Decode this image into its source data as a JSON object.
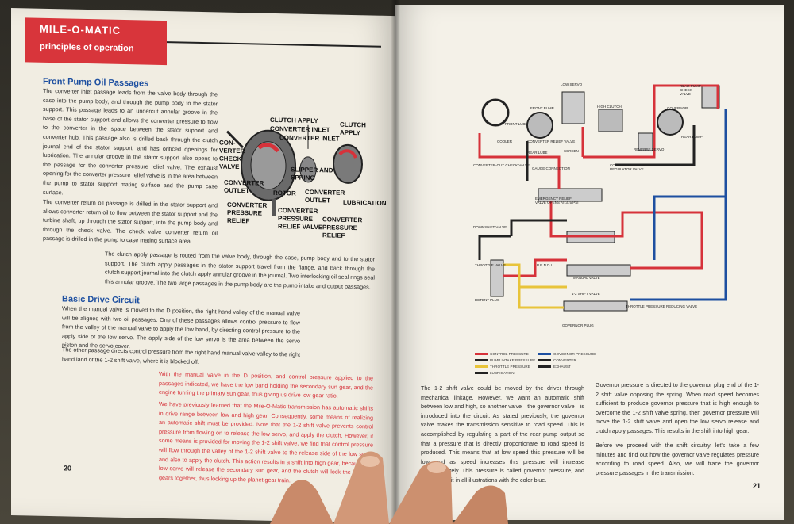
{
  "header": {
    "title": "MILE-O-MATIC",
    "subtitle": "principles of operation"
  },
  "left": {
    "heading1": "Front Pump Oil Passages",
    "para1": "The converter inlet passage leads from the valve body through the case into the pump body, and through the pump body to the stator support. This passage leads to an undercut annular groove in the base of the stator support and allows the converter pressure to flow to the converter in the space between the stator support and converter hub. This passage also is drilled back through the clutch journal end of the stator support, and has orificed openings for lubrication. The annular groove in the stator support also opens to the passage for the converter pressure relief valve. The exhaust opening for the converter pressure relief valve is in the area between the pump to stator support mating surface and the pump case surface.",
    "para2": "The converter return oil passage is drilled in the stator support and allows converter return oil to flow between the stator support and the turbine shaft, up through the stator support, into the pump body and through the check valve. The check valve converter return oil passage is drilled in the pump to case mating surface area.",
    "para3": "The clutch apply passage is routed from the valve body, through the case, pump body and to the stator support. The clutch apply passages in the stator support travel from the flange, and back through the clutch support journal into the clutch apply annular groove in the journal. Two interlocking oil seal rings seal this annular groove. The two large passages in the pump body are the pump intake and output passages.",
    "heading2": "Basic Drive Circuit",
    "para4": "When the manual valve is moved to the D position, the right hand valley of the manual valve will be aligned with two oil passages. One of these passages allows control pressure to flow from the valley of the manual valve to apply the low band, by directing control pressure to the apply side of the low servo. The apply side of the low servo is the area between the servo piston and the servo cover.",
    "para5": "The other passage directs control pressure from the right hand manual valve valley to the right hand land of the 1-2 shift valve, where it is blocked off.",
    "red1": "With the manual valve in the D position, and control pressure applied to the passages indicated, we have the low band holding the secondary sun gear, and the engine turning the primary sun gear, thus giving us drive low gear ratio.",
    "red2": "We have previously learned that the Mile-O-Matic transmission has automatic shifts in drive range between low and high gear. Consequently, some means of realizing an automatic shift must be provided. Note that the 1-2 shift valve prevents control pressure from flowing on to release the low servo, and apply the clutch. However, if some means is provided for moving the 1-2 shift valve, we find that control pressure will flow through the valley of the 1-2 shift valve to the release side of the low servo and also to apply the clutch. This action results in a shift into high gear, because the low servo will release the secondary sun gear, and the clutch will lock the two sun gears together, thus locking up the planet gear train.",
    "page_number": "20",
    "labels": {
      "clutch_apply_1": "CLUTCH APPLY",
      "converter_inlet_1": "CONVERTER INLET",
      "converter_inlet_2": "CONVERTER INLET",
      "clutch_apply_2": "CLUTCH APPLY",
      "converter_check_valve": "CON- VERTER CHECK VALVE",
      "slipper_spring": "SLIPPER AND SPRING",
      "converter_outlet_1": "CONVERTER OUTLET",
      "rotor": "ROTOR",
      "converter_outlet_2": "CONVERTER OUTLET",
      "lubrication": "LUBRICATION",
      "converter_pressure_relief": "CONVERTER PRESSURE RELIEF",
      "converter_pressure_relief_valve": "CONVERTER PRESSURE RELIEF VALVE",
      "converter_pressure_relief_2": "CONVERTER PRESSURE RELIEF"
    }
  },
  "right": {
    "diagram_labels": {
      "low_servo": "LOW SERVO",
      "front_pump": "FRONT PUMP",
      "high_clutch": "HIGH CLUTCH",
      "rear_pump_check": "REAR PUMP CHECK VALVE",
      "front_lube": "FRONT LUBE",
      "converter_relief": "CONVERTER RELIEF VALVE",
      "governor": "GOVERNOR",
      "rear_pump": "REAR PUMP",
      "cooler": "COOLER",
      "rear_lube": "REAR LUBE",
      "screen": "SCREEN",
      "reverse_servo": "REVERSE SERVO",
      "gauge_connection": "GAUGE CONNECTION",
      "control_pressure_reg": "CONTROL PRESSURE REGULATOR VALVE",
      "converter_out_check": "CONVERTER-OUT CHECK VALVE",
      "emergency_relief": "EMERGENCY RELIEF VALVE OPENS AT 375 PSI",
      "downshift": "DOWNSHIFT VALVE",
      "throttle": "THROTTLE VALVE",
      "prndl": "P R N D L",
      "manual_valve": "MANUAL VALVE",
      "detent": "DETENT PLUG",
      "shift_valve": "1-2 SHIFT VALVE",
      "throttle_reducing": "THROTTLE PRESSURE REDUCING VALVE",
      "governor_plug": "GOVERNOR PLUG"
    },
    "legend": [
      {
        "label": "CONTROL PRESSURE",
        "color": "#d6323a"
      },
      {
        "label": "GOVERNOR PRESSURE",
        "color": "#1d4fa0"
      },
      {
        "label": "PUMP INTAKE PRESSURE",
        "color": "#222222"
      },
      {
        "label": "CONVERTER",
        "color": "#222222"
      },
      {
        "label": "THROTTLE PRESSURE",
        "color": "#e8c43a"
      },
      {
        "label": "EXHAUST",
        "color": "#222222"
      },
      {
        "label": "LUBRICATION",
        "color": "#222222"
      }
    ],
    "col1": "The 1-2 shift valve could be moved by the driver through mechanical linkage. However, we want an automatic shift between low and high, so another valve—the governor valve—is introduced into the circuit. As stated previously, the governor valve makes the transmission sensitive to road speed. This is accomplished by regulating a part of the rear pump output so that a pressure that is directly proportionate to road speed is produced. This means that at low speed this pressure will be low, and as speed increases this pressure will increase proportionately. This pressure is called governor pressure, and we indicate it in all illustrations with the color blue.",
    "col2a": "Governor pressure is directed to the governor plug end of the 1-2 shift valve opposing the spring. When road speed becomes sufficient to produce governor pressure that is high enough to overcome the 1-2 shift valve spring, then governor pressure will move the 1-2 shift valve and open the low servo release and clutch apply passages. This results in the shift into high gear.",
    "col2b": "Before we proceed with the shift circuitry, let's take a few minutes and find out how the governor valve regulates pressure according to road speed. Also, we will trace the governor pressure passages in the transmission.",
    "page_number": "21"
  }
}
